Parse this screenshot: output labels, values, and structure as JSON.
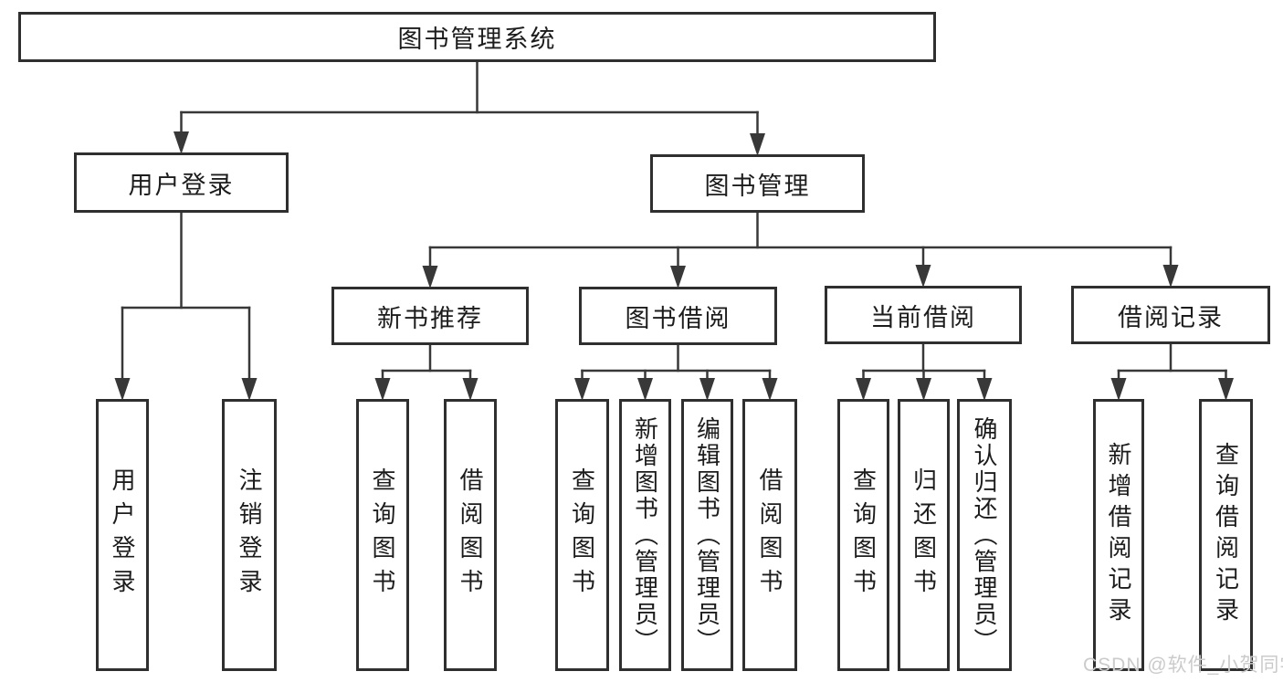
{
  "diagram": {
    "nodes": {
      "system": {
        "label": "图书管理系统"
      },
      "user_login": {
        "label": "用户登录"
      },
      "book_mgmt": {
        "label": "图书管理"
      },
      "v_user_login": {
        "label": "用户登录"
      },
      "v_logout": {
        "label": "注销登录"
      },
      "new_book": {
        "label": "新书推荐"
      },
      "book_borrow": {
        "label": "图书借阅"
      },
      "current_borrow": {
        "label": "当前借阅"
      },
      "borrow_record": {
        "label": "借阅记录"
      },
      "nb_query": {
        "label": "查询图书"
      },
      "nb_borrow": {
        "label": "借阅图书"
      },
      "bb_query": {
        "label": "查询图书"
      },
      "bb_add": {
        "label": "新增图书（管理员）"
      },
      "bb_edit": {
        "label": "编辑图书（管理员）"
      },
      "bb_borrow": {
        "label": "借阅图书"
      },
      "cb_query": {
        "label": "查询图书"
      },
      "cb_return": {
        "label": "归还图书"
      },
      "cb_confirm": {
        "label": "确认归还（管理员）"
      },
      "br_add": {
        "label": "新增借阅记录"
      },
      "br_query": {
        "label": "查询借阅记录"
      }
    },
    "edges": [
      {
        "from": "system",
        "to": "user_login"
      },
      {
        "from": "system",
        "to": "book_mgmt"
      },
      {
        "from": "user_login",
        "to": "v_user_login"
      },
      {
        "from": "user_login",
        "to": "v_logout"
      },
      {
        "from": "book_mgmt",
        "to": "new_book"
      },
      {
        "from": "book_mgmt",
        "to": "book_borrow"
      },
      {
        "from": "book_mgmt",
        "to": "current_borrow"
      },
      {
        "from": "book_mgmt",
        "to": "borrow_record"
      },
      {
        "from": "new_book",
        "to": "nb_query"
      },
      {
        "from": "new_book",
        "to": "nb_borrow"
      },
      {
        "from": "book_borrow",
        "to": "bb_query"
      },
      {
        "from": "book_borrow",
        "to": "bb_add"
      },
      {
        "from": "book_borrow",
        "to": "bb_edit"
      },
      {
        "from": "book_borrow",
        "to": "bb_borrow"
      },
      {
        "from": "current_borrow",
        "to": "cb_query"
      },
      {
        "from": "current_borrow",
        "to": "cb_return"
      },
      {
        "from": "current_borrow",
        "to": "cb_confirm"
      },
      {
        "from": "borrow_record",
        "to": "br_add"
      },
      {
        "from": "borrow_record",
        "to": "br_query"
      }
    ]
  },
  "colors": {
    "line": "#383838",
    "box_border": "#2f2f2f",
    "text": "#1c1c1c",
    "background": "#ffffff",
    "watermark": "#cbcbcb"
  },
  "watermark": {
    "text": "CSDN @软件_小贺同学"
  }
}
